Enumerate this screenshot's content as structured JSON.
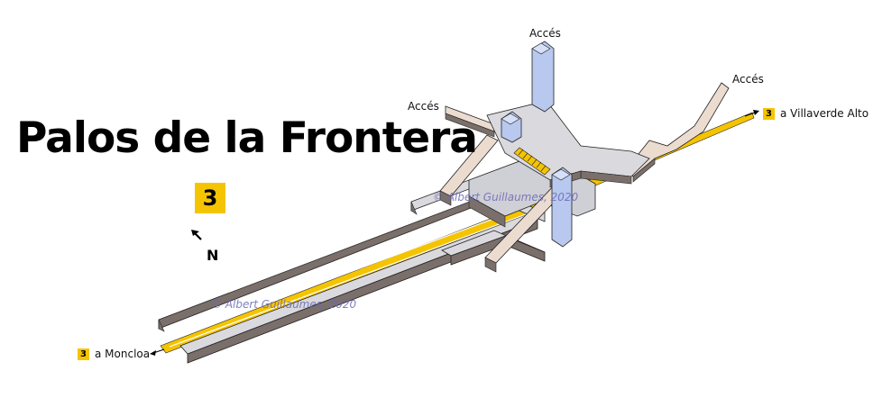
{
  "station": {
    "name": "Palos de la Frontera",
    "line": "3"
  },
  "compass": {
    "label": "N"
  },
  "access_labels": [
    "Accés",
    "Accés",
    "Accés"
  ],
  "destinations": [
    {
      "line": "3",
      "text": "a Villaverde Alto"
    },
    {
      "line": "3",
      "text": "a Moncloa"
    }
  ],
  "watermarks": [
    "© Albert Guillaumes, 2020",
    "© Albert Guillaumes, 2020"
  ],
  "colors": {
    "line3": "#f5c400",
    "floor": "#d9d9de",
    "access": "#ecdcd0",
    "elevator": "#b8c8ee"
  }
}
